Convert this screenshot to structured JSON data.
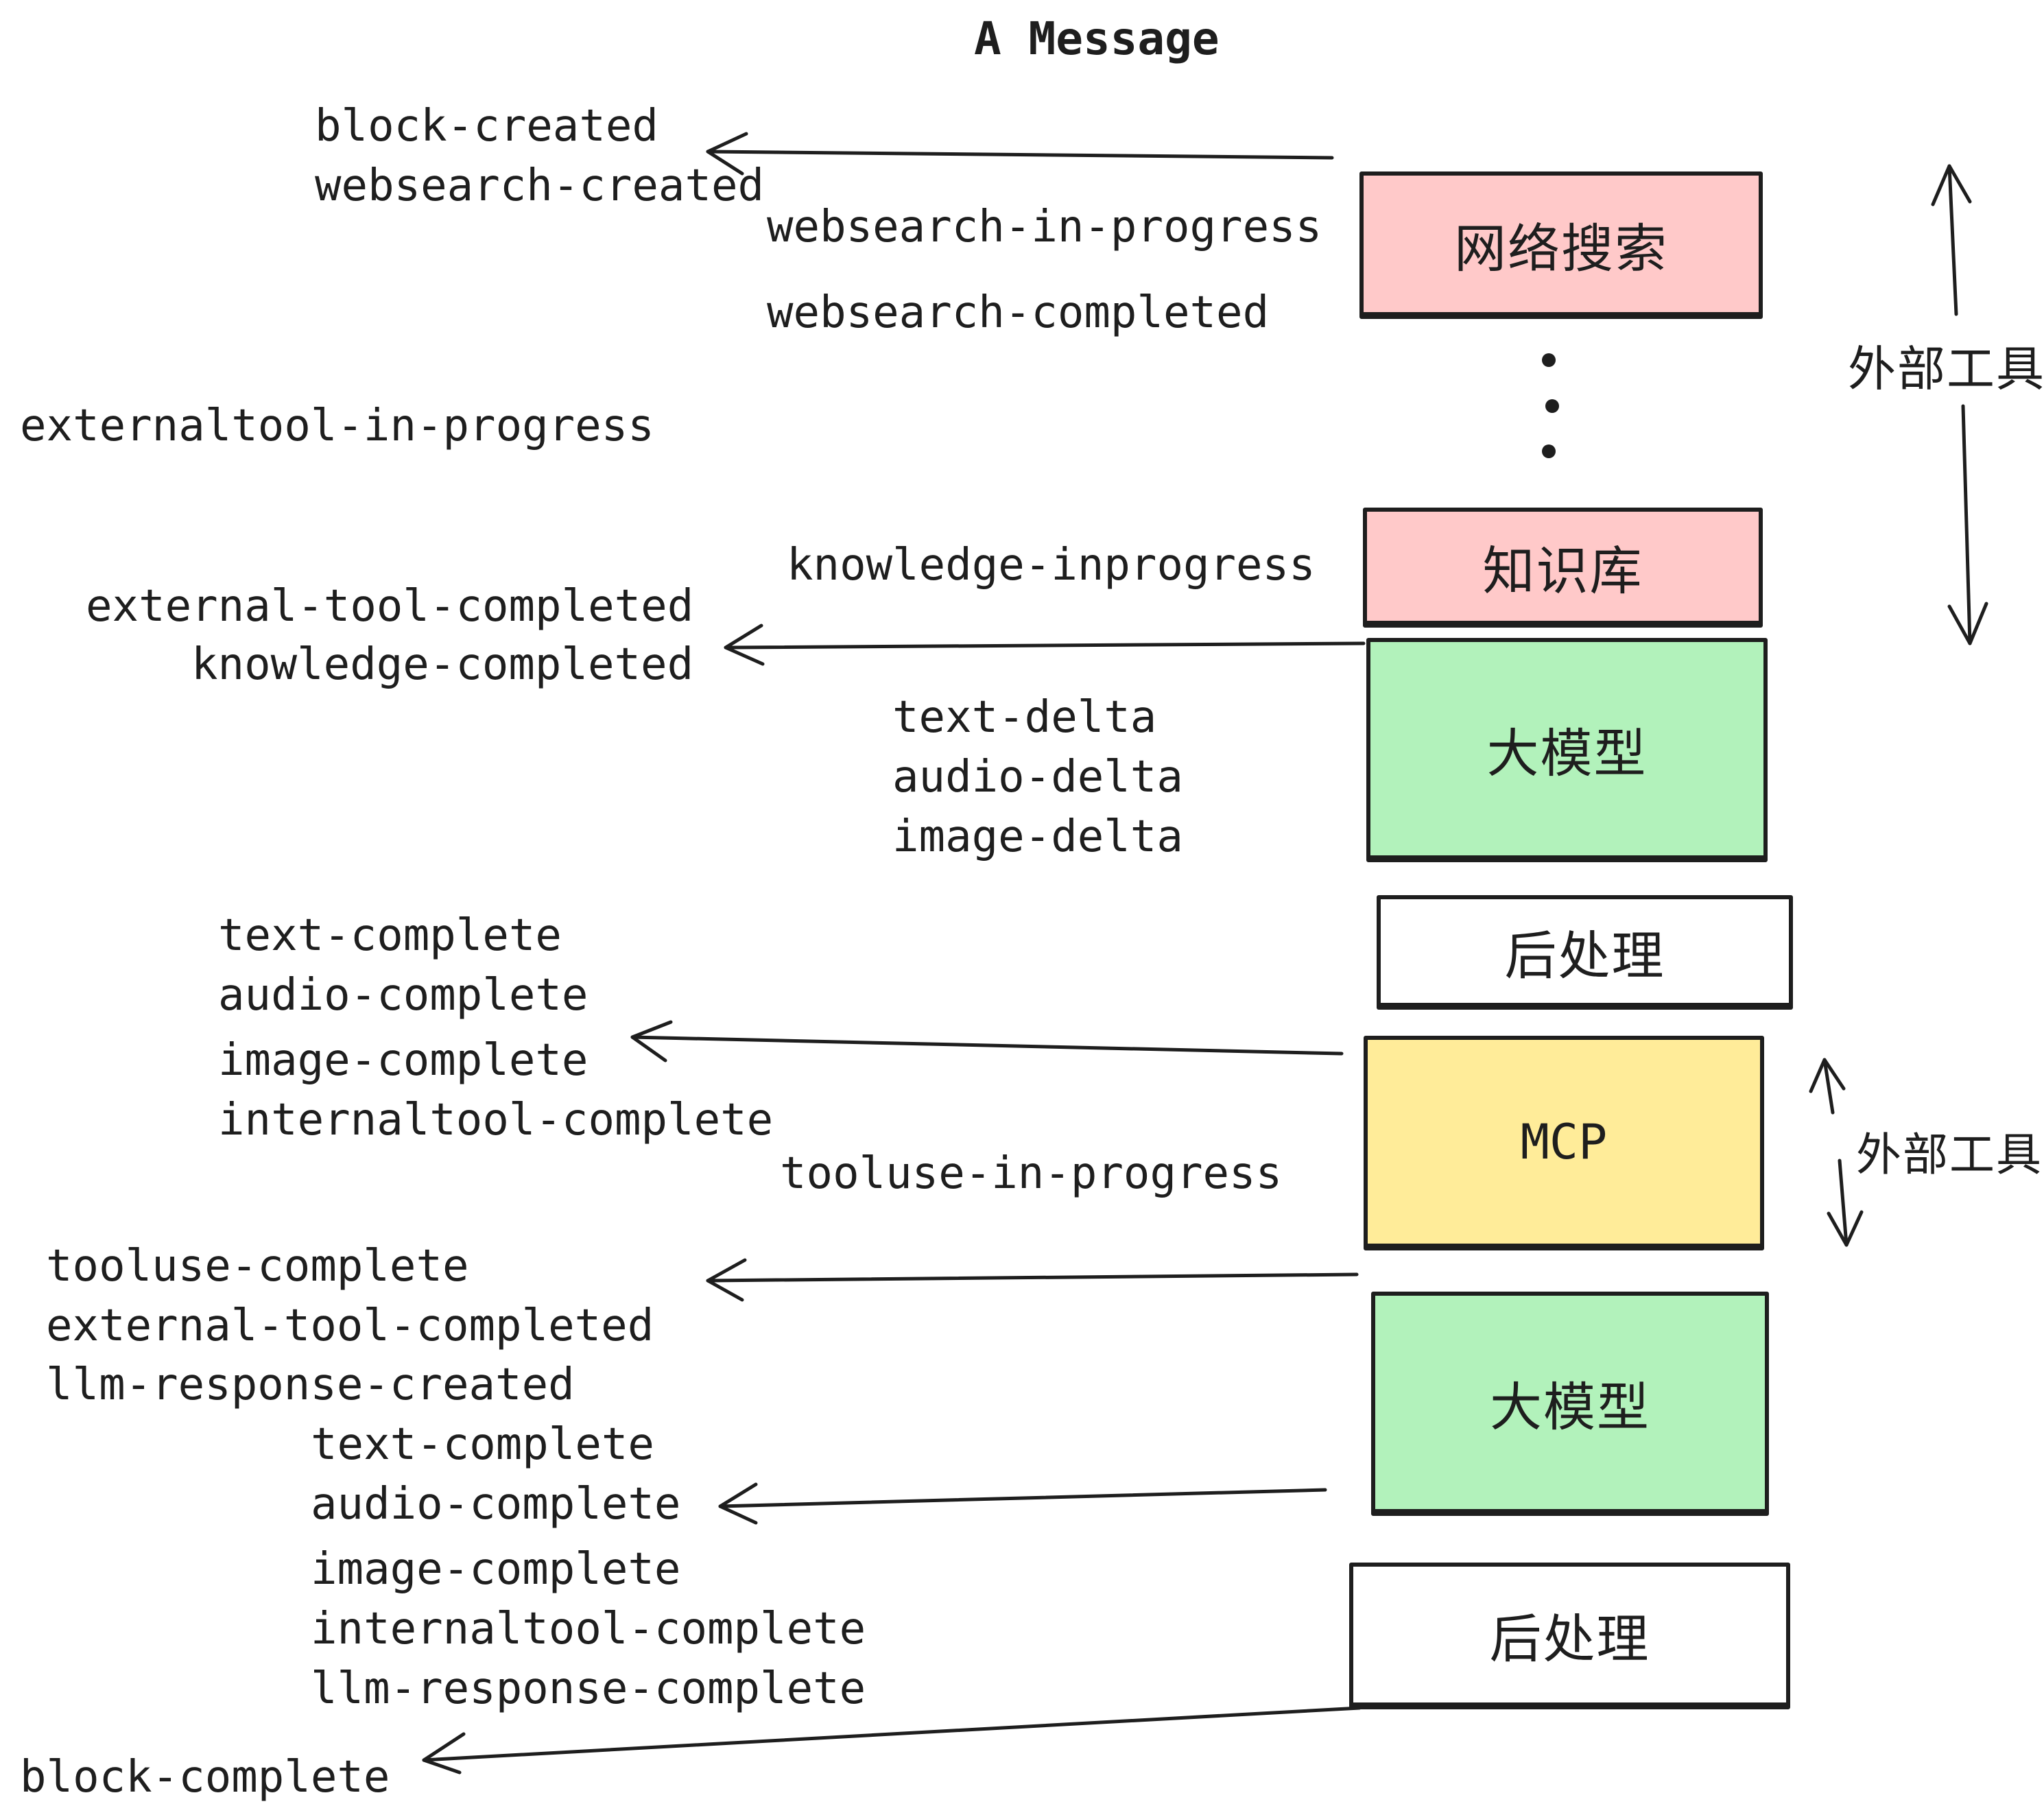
{
  "title": "A Message",
  "colors": {
    "pink": "#ffc9c9",
    "green": "#b2f2bb",
    "yellow": "#ffec99",
    "white": "#ffffff",
    "stroke": "#1e1e1e"
  },
  "nodes": {
    "websearch": "网络搜索",
    "knowledge": "知识库",
    "llm": "大模型",
    "postprocess": "后处理",
    "mcp": "MCP"
  },
  "annotations": {
    "external_tools": "外部工具"
  },
  "icons": {
    "ellipsis_dots": "vertical-ellipsis",
    "arrows": "left-pointing and vertical double-headed hand-drawn arrows"
  },
  "events": {
    "block_created": "block-created",
    "websearch_created": "websearch-created",
    "websearch_in_progress": "websearch-in-progress",
    "websearch_completed": "websearch-completed",
    "externaltool_in_progress": "externaltool-in-progress",
    "knowledge_inprogress": "knowledge-inprogress",
    "external_tool_completed": "external-tool-completed",
    "knowledge_completed": "knowledge-completed",
    "text_delta": "text-delta",
    "audio_delta": "audio-delta",
    "image_delta": "image-delta",
    "text_complete": "text-complete",
    "audio_complete": "audio-complete",
    "image_complete": "image-complete",
    "internaltool_complete": "internaltool-complete",
    "tooluse_in_progress": "tooluse-in-progress",
    "tooluse_complete": "tooluse-complete",
    "llm_response_created": "llm-response-created",
    "llm_response_complete": "llm-response-complete",
    "block_complete": "block-complete"
  }
}
